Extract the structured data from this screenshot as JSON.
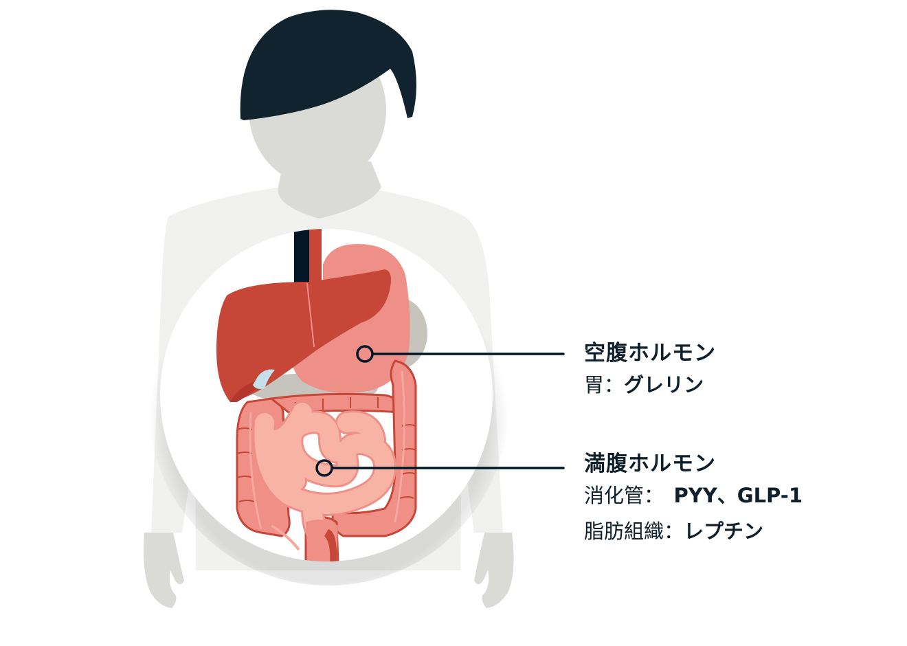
{
  "figure": {
    "subject": "human torso with digestive organs",
    "colors": {
      "hair": "#11232f",
      "skin": "#dadbd6",
      "shirt": "#f1f1ef",
      "circle_bg": "#ffffff",
      "liver": "#c64637",
      "liver_shadow": "#b3372d",
      "stomach": "#ef9088",
      "stomach_dark": "#c64637",
      "esophagus_dark": "#031625",
      "spleen_gray": "#c7c4bd",
      "gallbladder": "#c5e0ea",
      "colon": "#ef8f86",
      "colon_outline": "#c64637",
      "small_intestine": "#f7b3a4",
      "small_intestine_outline": "#ef9088",
      "callout_line": "#031625"
    }
  },
  "callouts": {
    "hunger": {
      "title": "空腹ホルモン",
      "lines": [
        {
          "key": "胃：",
          "value": "グレリン"
        }
      ]
    },
    "satiety": {
      "title": "満腹ホルモン",
      "lines": [
        {
          "key": "消化管：　",
          "value": "PYY、GLP-1"
        },
        {
          "key": "脂肪組織：",
          "value": "レプチン"
        }
      ]
    }
  }
}
